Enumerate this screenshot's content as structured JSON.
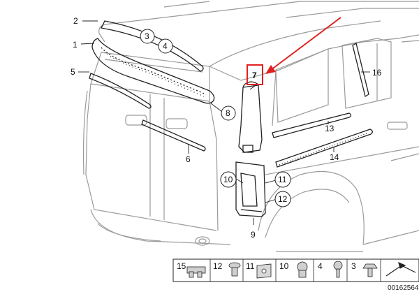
{
  "diagram": {
    "callouts": {
      "c1": "1",
      "c2": "2",
      "c3": "3",
      "c4": "4",
      "c5": "5",
      "c6": "6",
      "c7": "7",
      "c8": "8",
      "c9": "9",
      "c10": "10",
      "c11": "11",
      "c12": "12",
      "c13": "13",
      "c14": "14",
      "c16": "16"
    },
    "highlight_color": "#e02020",
    "legend": {
      "items": [
        {
          "label": "15",
          "icon": "clip-icon"
        },
        {
          "label": "12",
          "icon": "push-rivet-icon"
        },
        {
          "label": "11",
          "icon": "spring-nut-icon"
        },
        {
          "label": "10",
          "icon": "expanding-nut-icon"
        },
        {
          "label": "4",
          "icon": "screw-icon"
        },
        {
          "label": "3",
          "icon": "fastener-icon"
        }
      ]
    },
    "footer_code": "00162564"
  }
}
